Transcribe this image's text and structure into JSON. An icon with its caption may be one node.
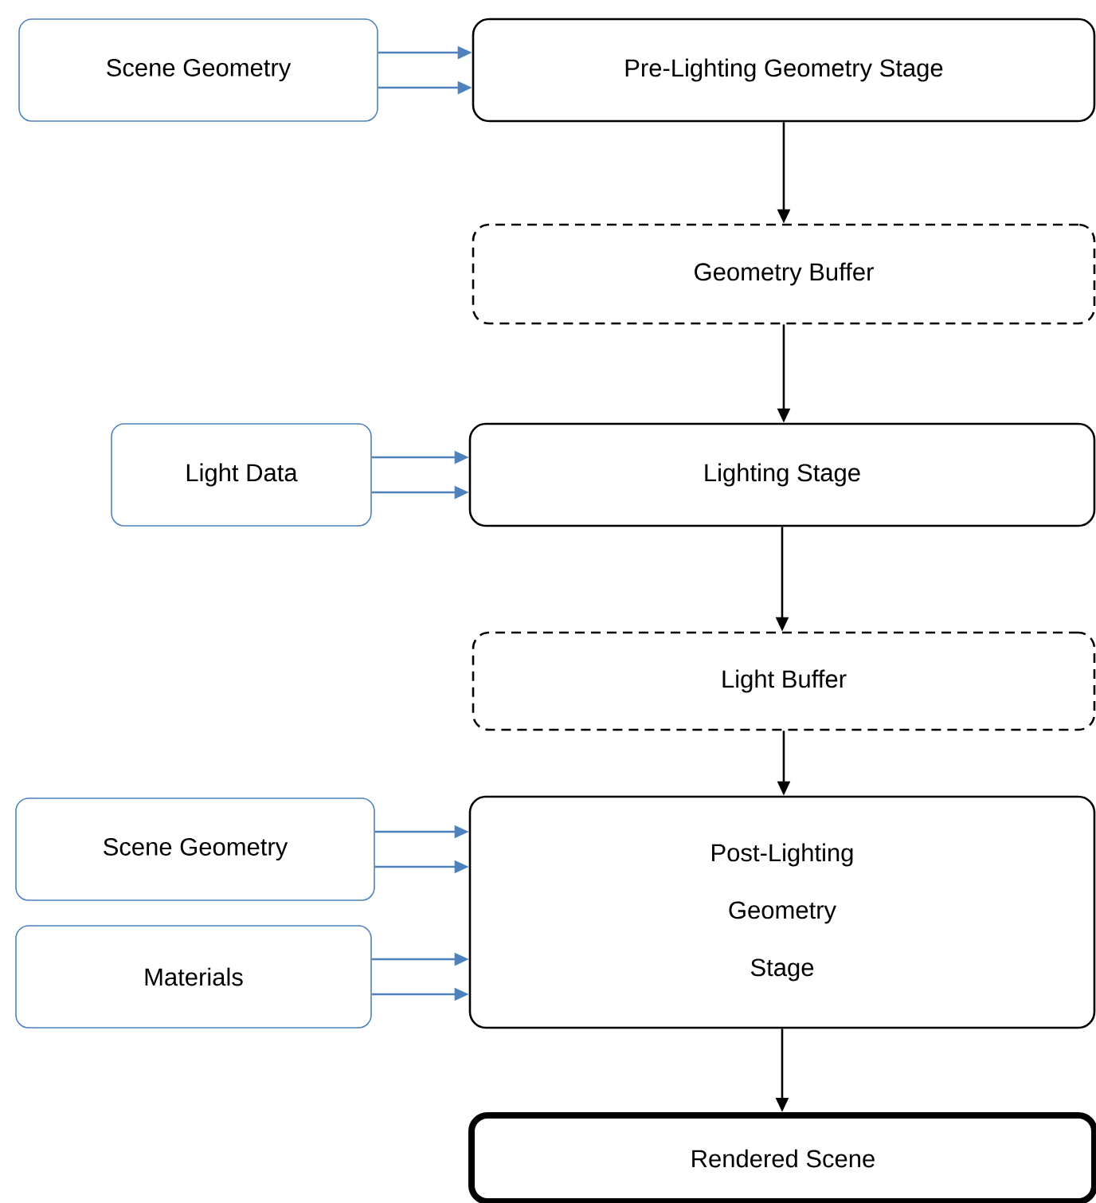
{
  "diagram": {
    "nodes": [
      {
        "text": [
          "Scene Geometry"
        ]
      },
      {
        "text": [
          "Pre-Lighting Geometry Stage"
        ]
      },
      {
        "text": [
          "Geometry Buffer"
        ]
      },
      {
        "text": [
          "Light Data"
        ]
      },
      {
        "text": [
          "Lighting Stage"
        ]
      },
      {
        "text": [
          "Light Buffer"
        ]
      },
      {
        "text": [
          "Scene Geometry"
        ]
      },
      {
        "text": [
          "Materials"
        ]
      },
      {
        "text": [
          "Post-Lighting Geometry Stage"
        ]
      },
      {
        "text": [
          "Rendered Scene"
        ]
      }
    ],
    "edges": [
      {
        "from": 0,
        "to": 1,
        "arrow": "to"
      },
      {
        "from": 0,
        "to": 1,
        "arrow": "to"
      },
      {
        "from": 1,
        "to": 2,
        "arrow": "to",
        "color": "#000000"
      },
      {
        "from": 2,
        "to": 4,
        "arrow": "to",
        "color": "#000000"
      },
      {
        "from": 3,
        "to": 4,
        "arrow": "to"
      },
      {
        "from": 3,
        "to": 4,
        "arrow": "to"
      },
      {
        "from": 4,
        "to": 5,
        "arrow": "to",
        "color": "#000000"
      },
      {
        "from": 5,
        "to": 8,
        "arrow": "to",
        "color": "#000000"
      },
      {
        "from": 6,
        "to": 8,
        "arrow": "to"
      },
      {
        "from": 6,
        "to": 8,
        "arrow": "to"
      },
      {
        "from": 7,
        "to": 8,
        "arrow": "to"
      },
      {
        "from": 7,
        "to": 8,
        "arrow": "to"
      },
      {
        "from": 8,
        "to": 9,
        "arrow": "to",
        "color": "#000000"
      }
    ]
  }
}
